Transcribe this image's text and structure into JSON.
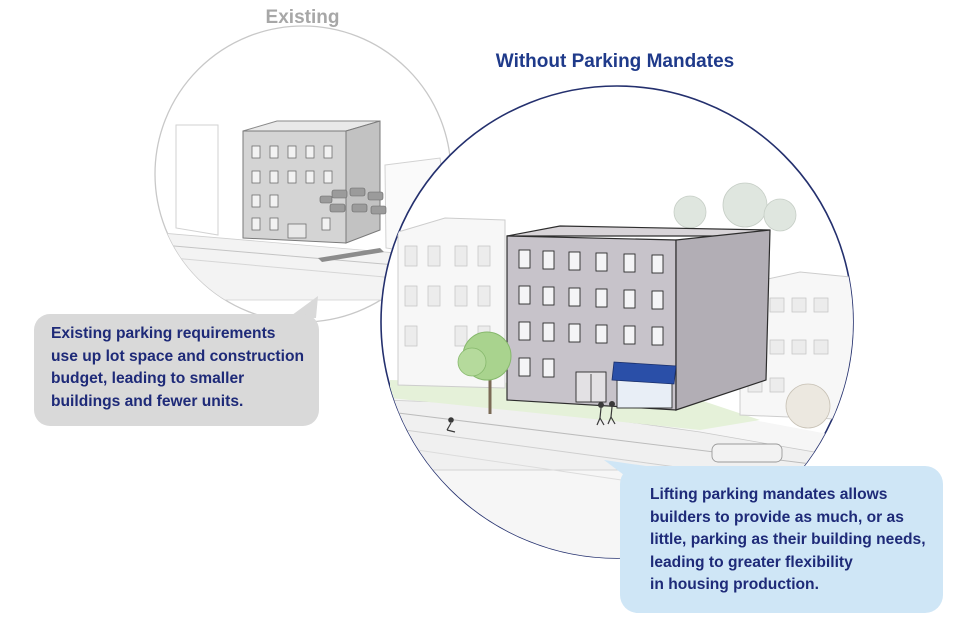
{
  "panels": {
    "existing": {
      "title": "Existing"
    },
    "without": {
      "title": "Without Parking Mandates"
    }
  },
  "callouts": {
    "existing_lines": [
      "Existing parking requirements",
      "use up lot space and construction",
      "budget, leading to smaller",
      "buildings and fewer units."
    ],
    "without_lines": [
      "Lifting parking mandates allows",
      "builders to provide as much, or as",
      "little, parking as their building needs,",
      "leading to greater flexibility",
      "in housing production."
    ]
  },
  "colors": {
    "existing_title": "#a7a7a7",
    "without_title": "#1f3a8a",
    "callout_text": "#1e2a78",
    "existing_callout_bg": "#d9d9d9",
    "without_callout_bg": "#cfe6f6",
    "circle_stroke": "#24306e",
    "awning": "#2a4fa8",
    "tree": "#a9d38e"
  }
}
